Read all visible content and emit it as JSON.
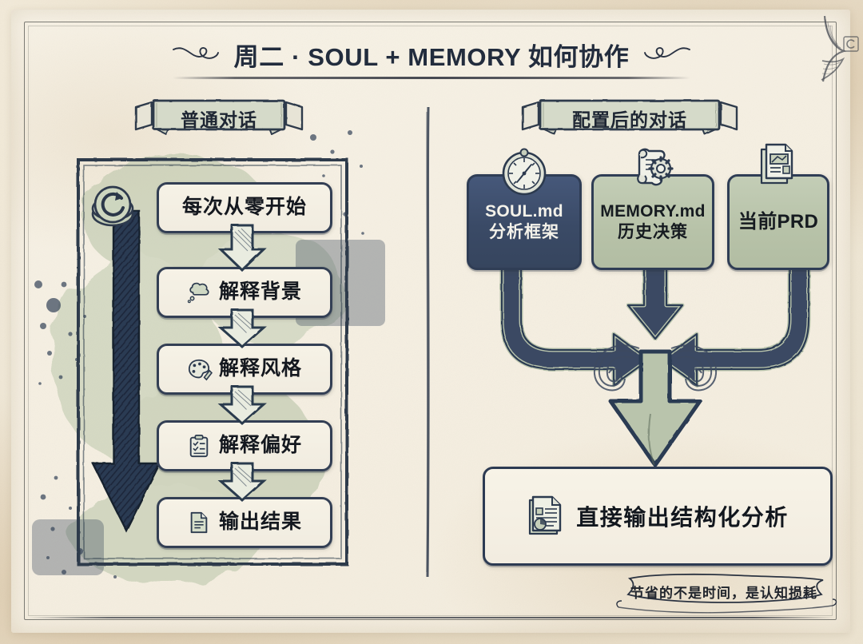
{
  "page": {
    "title": "周二 · SOUL + MEMORY 如何协作",
    "title_ornament_left": "flourish-swash-icon",
    "title_ornament_right": "flourish-swash-icon",
    "footer_note": "节省的不是时间，是认知损耗",
    "copyright_mark": "©",
    "paper_color": "#f5efe2",
    "ink_color": "#2c3a52",
    "accent_navy": "#3a4a66",
    "accent_sage": "#b7c2a8"
  },
  "left_column": {
    "banner_label": "普通对话",
    "loop_icon": "refresh-loop-icon",
    "big_arrow_icon": "long-down-arrow-icon",
    "steps": [
      {
        "label": "每次从零开始",
        "icon": "none"
      },
      {
        "label": "解释背景",
        "icon": "thought-bubble-icon"
      },
      {
        "label": "解释风格",
        "icon": "palette-icon"
      },
      {
        "label": "解释偏好",
        "icon": "clipboard-checklist-icon"
      },
      {
        "label": "输出结果",
        "icon": "document-icon"
      }
    ]
  },
  "right_column": {
    "banner_label": "配置后的对话",
    "cards": [
      {
        "line1": "SOUL.md",
        "line2": "分析框架",
        "icon": "compass-icon",
        "style": "dark",
        "color": "#3a4a66"
      },
      {
        "line1": "MEMORY.md",
        "line2": "历史决策",
        "icon": "scroll-gear-icon",
        "style": "light",
        "color": "#b7c2a8"
      },
      {
        "line1": "当前PRD",
        "line2": "",
        "icon": "report-document-icon",
        "style": "light",
        "color": "#b7c2a8"
      }
    ],
    "merge_icon": "converging-arrows-swirl-icon",
    "output": {
      "label": "直接输出结构化分析",
      "icon": "analysis-report-icon"
    }
  }
}
